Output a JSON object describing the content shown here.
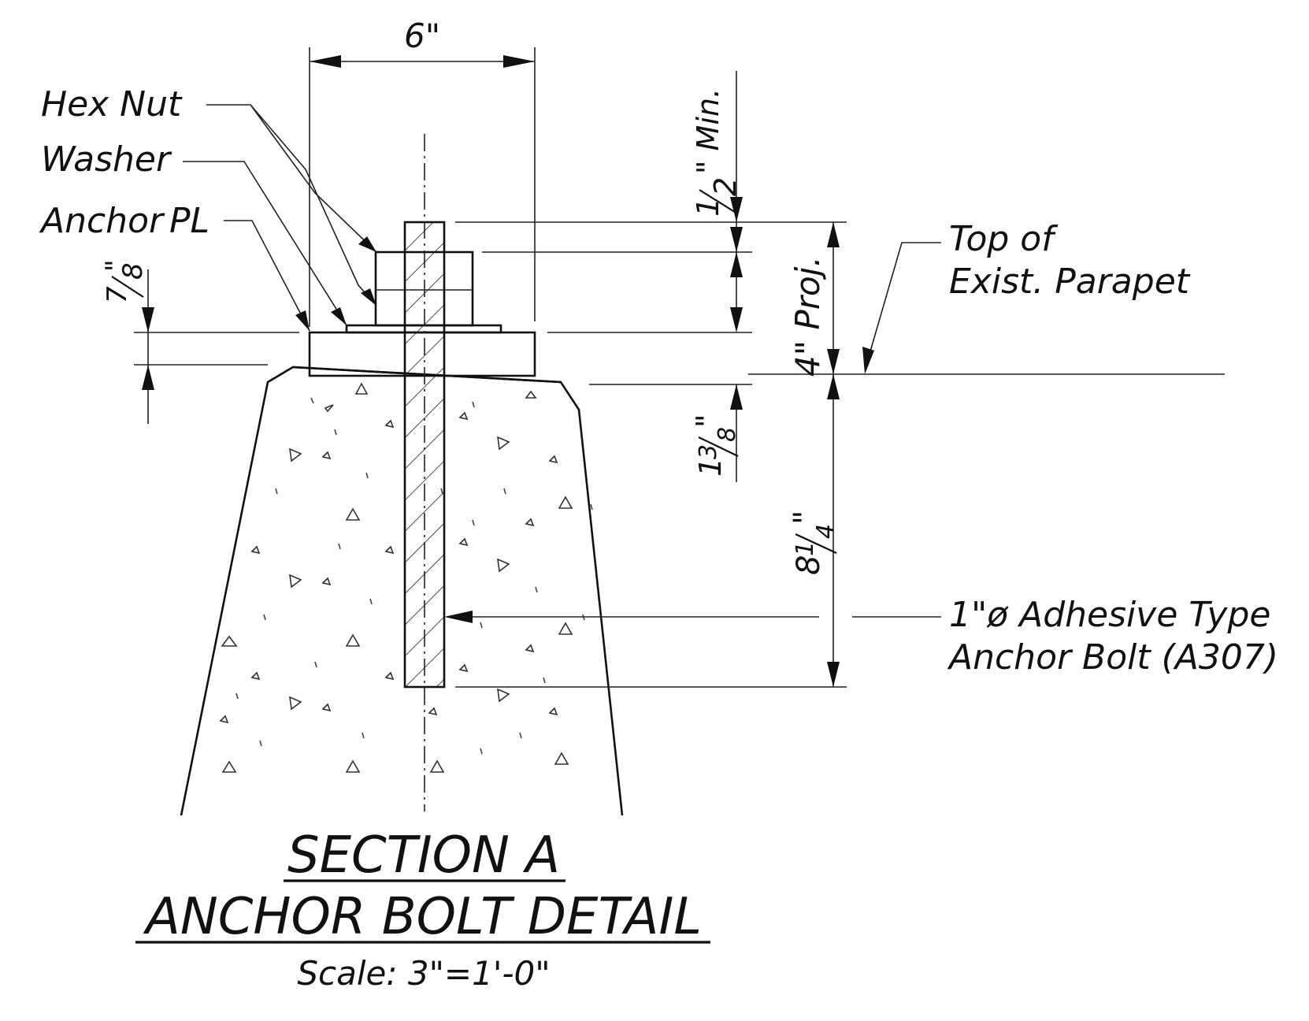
{
  "title": {
    "line1": "SECTION A",
    "line2": "ANCHOR BOLT DETAIL",
    "scale": "Scale: 3\"=1'-0\""
  },
  "labels": {
    "hex_nut": "Hex Nut",
    "washer": "Washer",
    "anchor_plate": "Anchor",
    "anchor_plate_symbol": "PL",
    "top_of_parapet_line1": "Top of",
    "top_of_parapet_line2": "Exist. Parapet",
    "bolt_line1": "1\"ø Adhesive Type",
    "bolt_line2": "Anchor Bolt (A307)"
  },
  "dimensions": {
    "plate_width": "6\"",
    "min_projection": "1/2\" Min.",
    "min_projection_whole": "",
    "min_projection_num": "1",
    "min_projection_den": "2",
    "min_projection_suffix": "\" Min.",
    "projection": "4\" Proj.",
    "plate_thickness_num": "7",
    "plate_thickness_den": "8",
    "plate_thickness_unit": "\"",
    "seat_whole": "1",
    "seat_num": "3",
    "seat_den": "8",
    "seat_unit": "\"",
    "embed_whole": "8",
    "embed_num": "1",
    "embed_den": "4",
    "embed_unit": "\""
  },
  "colors": {
    "ink": "#111111",
    "paper": "#ffffff"
  }
}
